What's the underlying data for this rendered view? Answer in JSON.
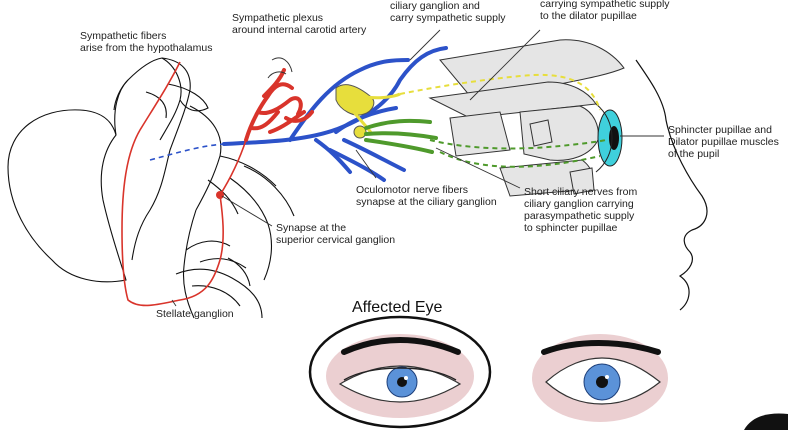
{
  "labels": {
    "hypothalamus": [
      "Sympathetic fibers",
      "arise from the hypothalamus"
    ],
    "plexus": [
      "Sympathetic plexus",
      "around internal carotid artery"
    ],
    "ciliary_top": [
      "ciliary ganglion and",
      "carry sympathetic supply"
    ],
    "dilator": [
      "carrying sympathetic supply",
      "to the dilator pupillae"
    ],
    "muscles": [
      "Sphincter pupillae and",
      "Dilator pupillae muscles",
      "of the pupil"
    ],
    "oculomotor": [
      "Oculomotor nerve fibers",
      "synapse at the ciliary ganglion"
    ],
    "short_ciliary": [
      "Short ciliary nerves from",
      "ciliary ganglion carrying",
      "parasympathetic supply",
      "to sphincter pupillae"
    ],
    "synapse": [
      "Synapse at the",
      "superior cervical ganglion"
    ],
    "stellate": [
      "Stellate ganglion"
    ],
    "affected_eye": "Affected Eye"
  },
  "colors": {
    "sympathetic": "#d9342b",
    "oculomotor": "#2c52c9",
    "ciliary_ganglion": "#e7de3c",
    "parasympathetic": "#4f9a2c",
    "iris": "#3fd0dc",
    "eyelid_skin": "#ebcfd1"
  }
}
